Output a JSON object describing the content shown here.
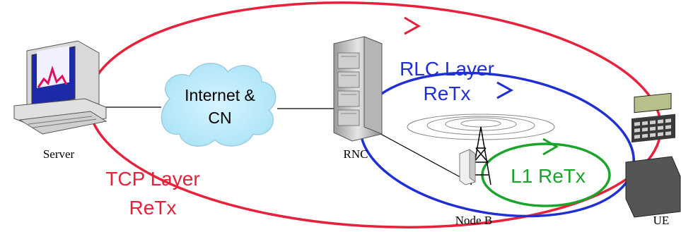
{
  "nodes": {
    "server": "Server",
    "rnc": "RNC",
    "node_b": "Node B",
    "ue": "UE",
    "cloud": {
      "line1": "Internet &",
      "line2": "CN"
    }
  },
  "loops": {
    "tcp": {
      "line1": "TCP Layer",
      "line2": "ReTx",
      "color": "#e8203a"
    },
    "rlc": {
      "line1": "RLC Layer",
      "line2": "ReTx",
      "color": "#1f2fd6"
    },
    "l1": {
      "label": "L1 ReTx",
      "color": "#1aa52a"
    }
  }
}
